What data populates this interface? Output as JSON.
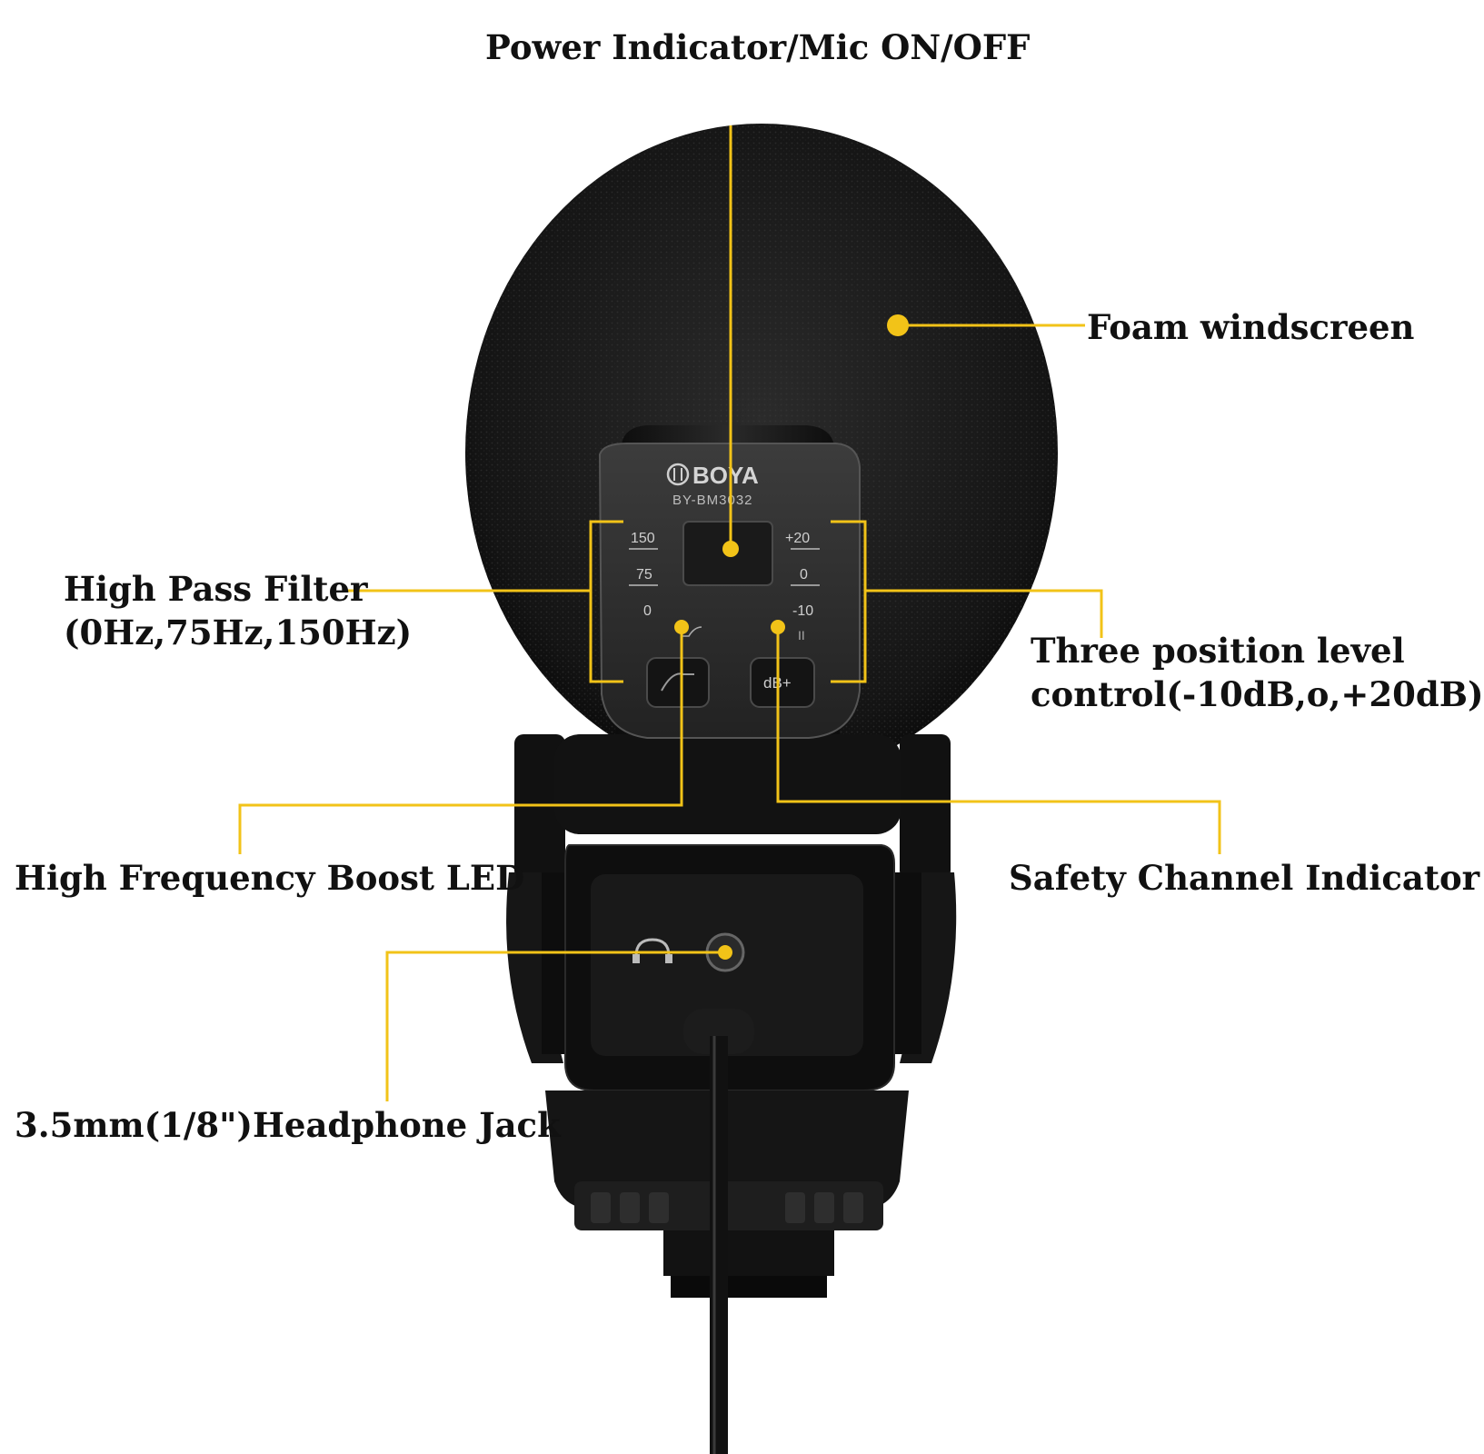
{
  "brand": "BOYA",
  "model": "BY-BM3032",
  "accent_color": "#f2c318",
  "panel_labels": {
    "hpf_150": "150",
    "hpf_75": "75",
    "hpf_0": "0",
    "level_plus20": "+20",
    "level_0": "0",
    "level_minus10": "-10",
    "db_button": "dB+"
  },
  "callouts": {
    "power": "Power Indicator/Mic ON/OFF",
    "foam": "Foam windscreen",
    "hpf_line1": "High Pass Filter",
    "hpf_line2": "(0Hz,75Hz,150Hz)",
    "level_line1": "Three position level",
    "level_line2": "control(-10dB,o,+20dB)",
    "hfb": "High Frequency Boost LED",
    "safety": "Safety Channel Indicator",
    "jack": "3.5mm(1/8\")Headphone Jack"
  }
}
